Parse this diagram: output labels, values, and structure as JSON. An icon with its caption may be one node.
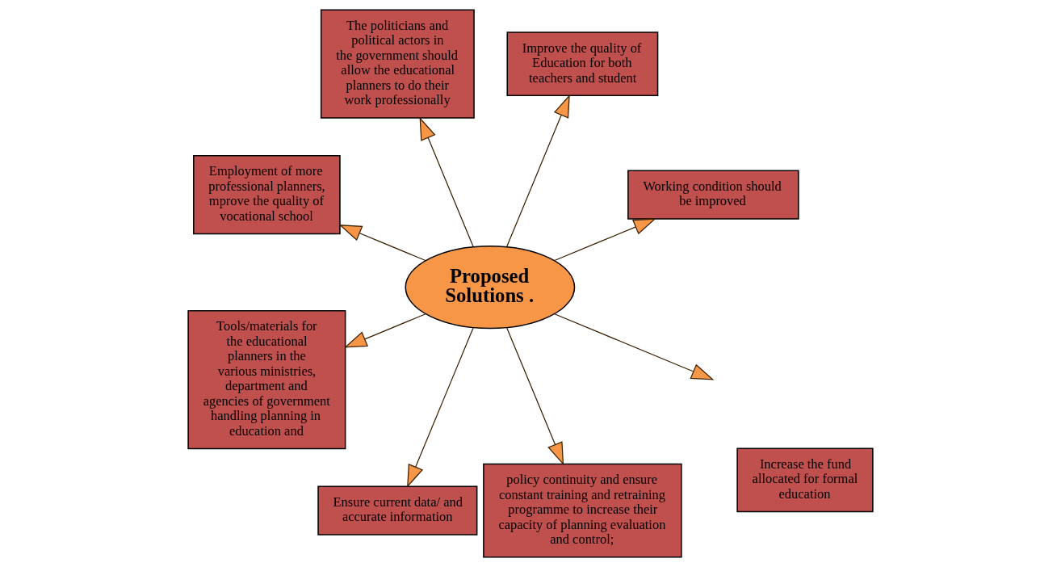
{
  "diagram": {
    "nodes": [
      {
        "text": [
          "Proposed Solutions ."
        ]
      },
      {
        "text": [
          "Working condition should be improved"
        ]
      },
      {
        "text": [
          "Increase the fund allocated for formal education"
        ]
      },
      {
        "text": [
          "Improve the quality of Education for both teachers and student"
        ]
      },
      {
        "text": [
          "The politicians and political actors in the government should allow the educational planners to do their work professionally"
        ]
      },
      {
        "text": [
          "Employment of more professional planners, mprove the quality of vocational school"
        ]
      },
      {
        "text": [
          "Tools/materials for the educational planners in the various ministries, department and agencies of government handling planning in education and"
        ]
      },
      {
        "text": [
          "Ensure current data/ and accurate information"
        ]
      },
      {
        "text": [
          "policy continuity and ensure constant training and retraining programme to increase their capacity of planning evaluation and control;"
        ]
      }
    ],
    "edges": [
      {
        "from": 0,
        "to": 1,
        "arrow": "to"
      },
      {
        "from": 0,
        "to": 3,
        "arrow": "to"
      },
      {
        "from": 0,
        "to": 5,
        "arrow": "to"
      },
      {
        "from": 0,
        "to": 8,
        "arrow": "to"
      },
      {
        "from": 0,
        "to": 7,
        "arrow": "to"
      },
      {
        "from": 0,
        "to": 6,
        "arrow": "to"
      },
      {
        "from": 0,
        "to": null,
        "arrow": "to"
      },
      {
        "from": 0,
        "to": 4,
        "arrow": "to"
      }
    ]
  }
}
